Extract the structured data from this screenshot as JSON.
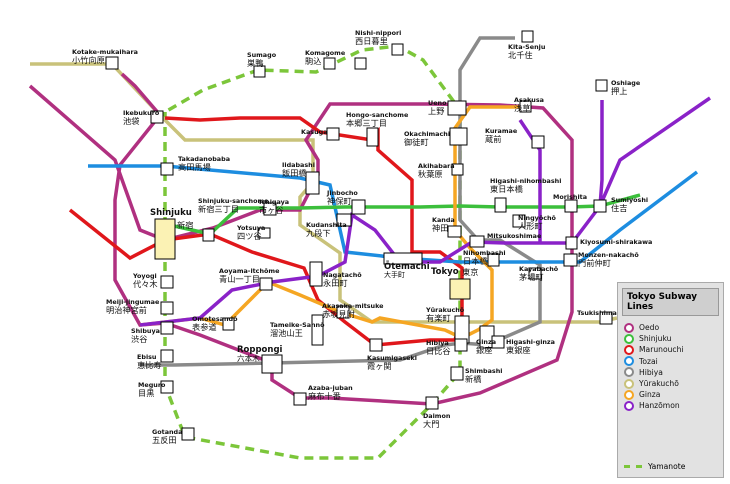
{
  "legend": {
    "title": "Tokyo Subway Lines",
    "lines": [
      {
        "name": "Oedo",
        "color": "#b03080"
      },
      {
        "name": "Shinjuku",
        "color": "#3cbf3c"
      },
      {
        "name": "Marunouchi",
        "color": "#e0171b"
      },
      {
        "name": "Tozai",
        "color": "#1d8de0"
      },
      {
        "name": "Hibiya",
        "color": "#8a8a8a"
      },
      {
        "name": "Yūrakuchō",
        "color": "#c9c27a"
      },
      {
        "name": "Ginza",
        "color": "#f5a623"
      },
      {
        "name": "Hanzōmon",
        "color": "#8a22c8"
      }
    ],
    "yamanote": {
      "name": "Yamanote",
      "color": "#7cc63a"
    }
  },
  "stations": [
    {
      "id": "kotake",
      "en": "Kotake-mukaihara",
      "jp": "小竹向原"
    },
    {
      "id": "sumago",
      "en": "Sumago",
      "jp": "巣鴨"
    },
    {
      "id": "komagome",
      "en": "Komagome",
      "jp": "駒込"
    },
    {
      "id": "nishinippori",
      "en": "Nishi-nippori",
      "jp": "西日暮里"
    },
    {
      "id": "kitasenju",
      "en": "Kita-Senju",
      "jp": "北千住"
    },
    {
      "id": "oshiage",
      "en": "Oshiage",
      "jp": "押上"
    },
    {
      "id": "ikebukuro",
      "en": "Ikebukuro",
      "jp": "池袋"
    },
    {
      "id": "ueno",
      "en": "Ueno",
      "jp": "上野"
    },
    {
      "id": "asakusa",
      "en": "Asakusa",
      "jp": "浅草"
    },
    {
      "id": "hongo",
      "en": "Hongo-sanchome",
      "jp": "本郷三丁目"
    },
    {
      "id": "kasuga",
      "en": "Kasuga",
      "jp": ""
    },
    {
      "id": "okachimachi",
      "en": "Okachimachi",
      "jp": "御徒町"
    },
    {
      "id": "kuramae",
      "en": "Kuramae",
      "jp": "蔵前"
    },
    {
      "id": "takadanobaba",
      "en": "Takadanobaba",
      "jp": "高田馬場"
    },
    {
      "id": "iidabashi",
      "en": "Iidabashi",
      "jp": "飯田橋"
    },
    {
      "id": "akihabara",
      "en": "Akihabara",
      "jp": "秋葉原"
    },
    {
      "id": "higashinihombashi",
      "en": "Higashi-nihombashi",
      "jp": "東日本橋"
    },
    {
      "id": "morishita",
      "en": "Morishita",
      "jp": ""
    },
    {
      "id": "sumiyoshi",
      "en": "Sumiyoshi",
      "jp": "住吉"
    },
    {
      "id": "shinjuku",
      "en": "Shinjuku",
      "jp": "新宿"
    },
    {
      "id": "shinjukusanchome",
      "en": "Shinjuku-sanchome",
      "jp": "新宿三丁目"
    },
    {
      "id": "ichigaya",
      "en": "Ichigaya",
      "jp": "市ヶ谷"
    },
    {
      "id": "jinbocho",
      "en": "Jinbocho",
      "jp": "神保町"
    },
    {
      "id": "kudanshita",
      "en": "Kudanshita",
      "jp": "九段下"
    },
    {
      "id": "kanda",
      "en": "Kanda",
      "jp": "神田"
    },
    {
      "id": "ningyocho",
      "en": "Ningyōchō",
      "jp": "人形町"
    },
    {
      "id": "kiyosumi",
      "en": "Kiyosumi-shirakawa",
      "jp": ""
    },
    {
      "id": "yotsuya",
      "en": "Yotsuya",
      "jp": "四ツ谷"
    },
    {
      "id": "mitsukoshimae",
      "en": "Mitsukoshimae",
      "jp": ""
    },
    {
      "id": "monzen",
      "en": "Monzen-nakachō",
      "jp": "門前仲町"
    },
    {
      "id": "nihombashi",
      "en": "Nihombashi",
      "jp": "日本橋"
    },
    {
      "id": "otemachi",
      "en": "Ōtemachi",
      "jp": "大手町"
    },
    {
      "id": "tokyo",
      "en": "Tokyo",
      "jp": "東京"
    },
    {
      "id": "kayabacho",
      "en": "Kayabachō",
      "jp": "茅場町"
    },
    {
      "id": "aoyama",
      "en": "Aoyama-itchōme",
      "jp": "青山一丁目"
    },
    {
      "id": "nagatacho",
      "en": "Nagatachō",
      "jp": "永田町"
    },
    {
      "id": "yoyogi",
      "en": "Yoyogi",
      "jp": "代々木"
    },
    {
      "id": "meiji",
      "en": "Meiji-jingumae",
      "jp": "明治神宮前"
    },
    {
      "id": "omotesando",
      "en": "Omotesandō",
      "jp": "表参道"
    },
    {
      "id": "akasakamitsuke",
      "en": "Akasaka-mitsuke",
      "jp": "赤坂見附"
    },
    {
      "id": "yurakucho",
      "en": "Yūrakuchō",
      "jp": "有楽町"
    },
    {
      "id": "shibuya",
      "en": "Shibuya",
      "jp": "渋谷"
    },
    {
      "id": "tameike",
      "en": "Tameike-Sannō",
      "jp": "溜池山王"
    },
    {
      "id": "hibiya",
      "en": "Hibiya",
      "jp": "日比谷"
    },
    {
      "id": "ginza",
      "en": "Ginza",
      "jp": "銀座"
    },
    {
      "id": "higashiginza",
      "en": "Higashi-ginza",
      "jp": "東銀座"
    },
    {
      "id": "tsukishima",
      "en": "Tsukishima",
      "jp": ""
    },
    {
      "id": "ebisu",
      "en": "Ebisu",
      "jp": "恵比寿"
    },
    {
      "id": "roppongi",
      "en": "Roppongi",
      "jp": "六本木"
    },
    {
      "id": "kasumigaseki",
      "en": "Kasumigaseki",
      "jp": "霞ヶ関"
    },
    {
      "id": "shimbashi",
      "en": "Shimbashi",
      "jp": "新橋"
    },
    {
      "id": "meguro",
      "en": "Meguro",
      "jp": "目黒"
    },
    {
      "id": "azabujuban",
      "en": "Azaba-juban",
      "jp": "麻布十番"
    },
    {
      "id": "gotanda",
      "en": "Gotanda",
      "jp": "五反田"
    },
    {
      "id": "daimon",
      "en": "Daimon",
      "jp": "大門"
    }
  ]
}
